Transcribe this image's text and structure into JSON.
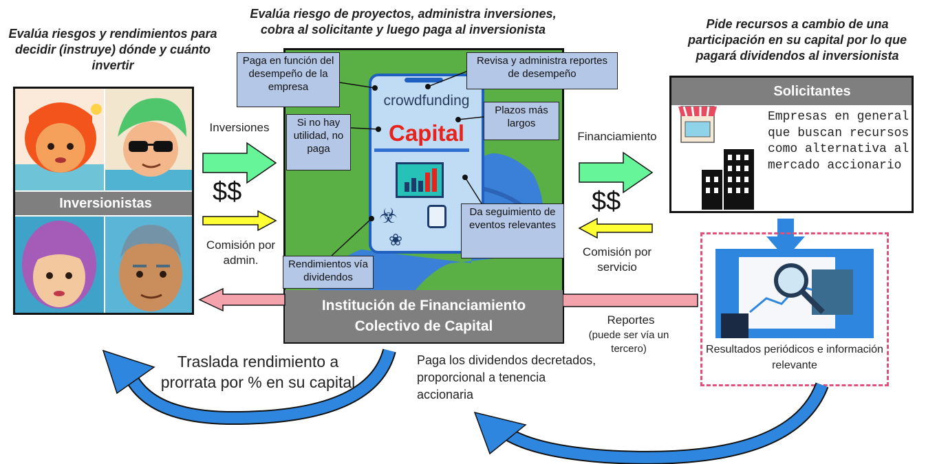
{
  "headers": {
    "left": "Evalúa riesgos y rendimientos para decidir (instruye) dónde y cuánto invertir",
    "center": "Evalúa riesgo de proyectos, administra inversiones, cobra al solicitante y luego paga al inversionista",
    "right": "Pide recursos a cambio de una participación en su capital por lo que pagará dividendos al inversionista"
  },
  "investors": {
    "title": "Inversionistas"
  },
  "platform": {
    "app_text": "crowdfunding",
    "brand": "Capital",
    "institution": "Institución de Financiamiento Colectivo de Capital",
    "callouts": {
      "pays_performance": "Paga en función del desempeño de la empresa",
      "reviews_reports": "Revisa y administra reportes de desempeño",
      "no_profit": "Si no hay utilidad, no paga",
      "longer_terms": "Plazos más largos",
      "tracking": "Da seguimiento de eventos relevantes",
      "returns": "Rendimientos vía dividendos"
    }
  },
  "applicants": {
    "title": "Solicitantes",
    "description": "Empresas en general que buscan recursos como alternativa al mercado accionario"
  },
  "flows": {
    "investments": "Inversiones",
    "money_left": "$$",
    "commission_admin": "Comisión por admin.",
    "financing": "Financiamiento",
    "money_right": "$$",
    "commission_service": "Comisión por servicio",
    "reports": "Reportes",
    "reports_note": "(puede ser vía un tercero)",
    "results": "Resultados periódicos e información relevante",
    "transfer_returns": "Traslada rendimiento a prorrata por % en su capital",
    "pay_dividends": "Paga los dividendos decretados, proporcional a tenencia accionaria"
  },
  "colors": {
    "green_arrow": "#66f599",
    "yellow_arrow": "#ffff33",
    "pink_arrow": "#f4a3ad",
    "blue_arrow": "#2e86de",
    "callout_fill": "#b4c7e7",
    "bar_grey": "#7f7f7f",
    "brand_red": "#e8231c",
    "dash_pink": "#e0507a"
  }
}
